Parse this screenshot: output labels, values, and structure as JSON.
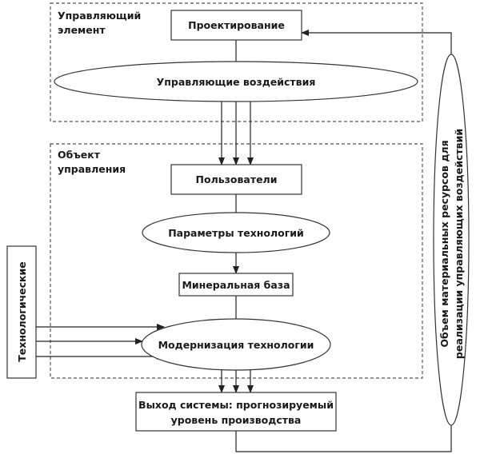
{
  "groups": {
    "control_element": {
      "line1": "Управляющий",
      "line2": "элемент"
    },
    "control_object": {
      "line1": "Объект",
      "line2": "управления"
    }
  },
  "nodes": {
    "design": "Проектирование",
    "control_actions": "Управляющие воздействия",
    "users": "Пользователи",
    "tech_params": "Параметры технологий",
    "mineral_base": "Минеральная база",
    "tech_modernization": "Модернизация технологии",
    "system_output": {
      "line1": "Выход системы: прогнозируемый",
      "line2": "уровень производства"
    },
    "technological": "Технологические",
    "resources": {
      "line1": "Объем материальных ресурсов для",
      "line2": "реализации управляющих воздействий"
    }
  },
  "colors": {
    "line": "#222222",
    "dashed_border": "#555555",
    "background": "#ffffff"
  }
}
